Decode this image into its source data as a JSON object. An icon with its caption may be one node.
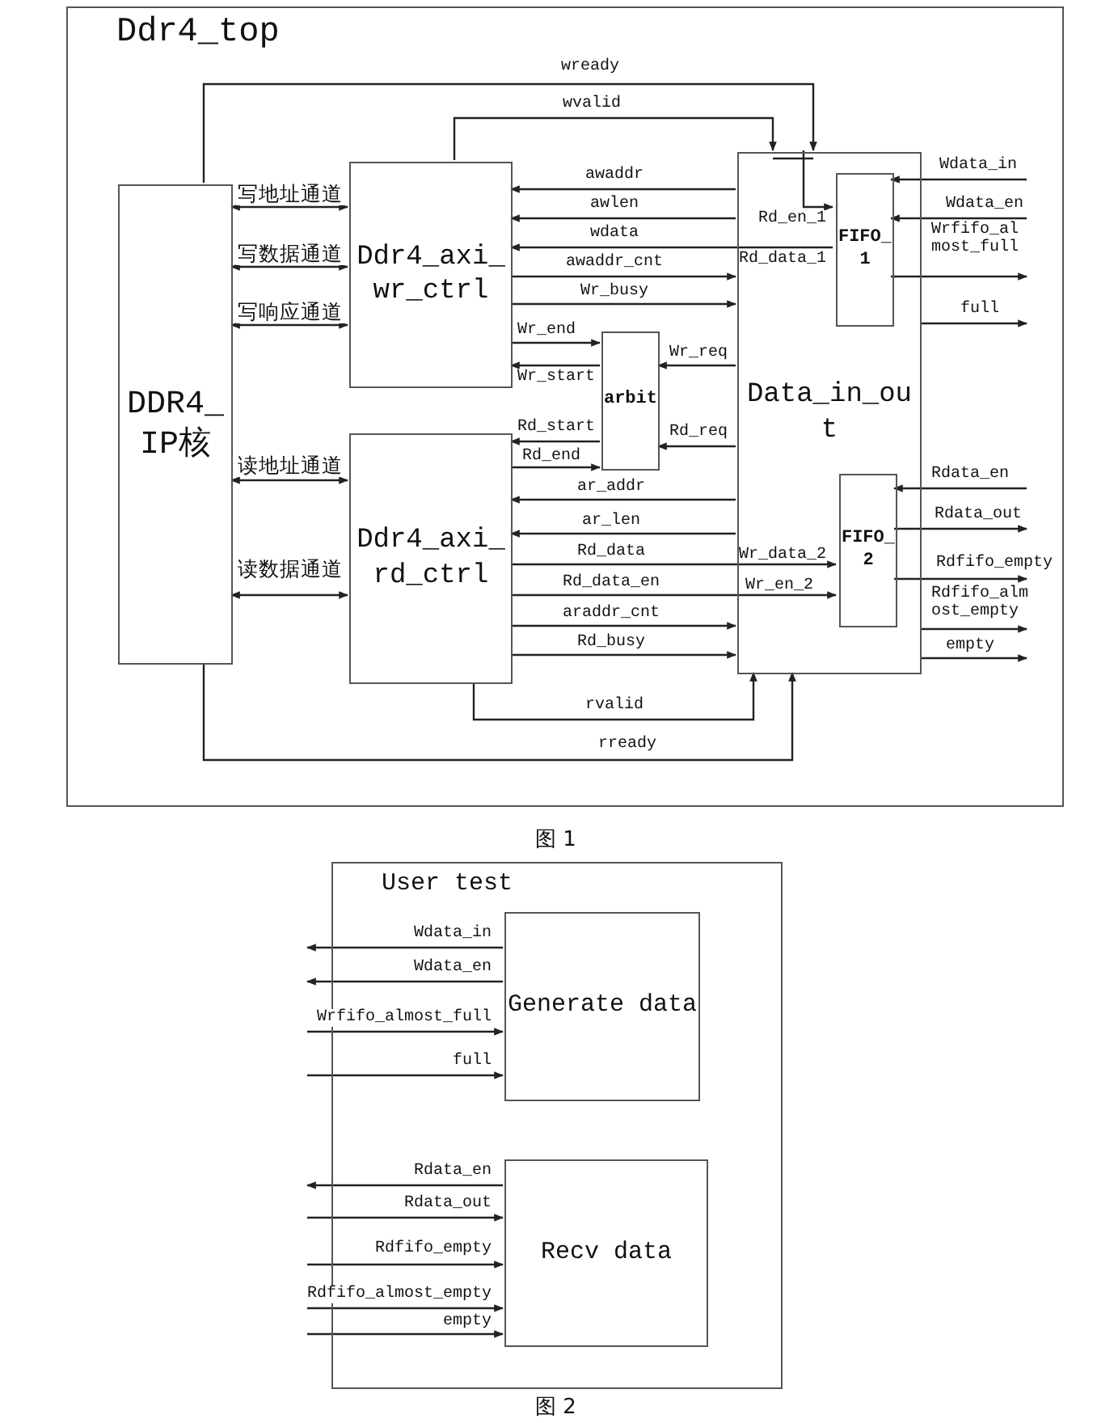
{
  "diagram": {
    "nodes": [
      {
        "text": [
          "Ddr4_top"
        ]
      },
      {
        "text": [
          "DDR4_ IP核"
        ],
        "in": 0
      },
      {
        "text": [
          "Ddr4_axi_ wr_ctrl"
        ],
        "in": 0
      },
      {
        "text": [
          "Ddr4_axi_ rd_ctrl"
        ],
        "in": 0
      },
      {
        "text": [
          "arbit"
        ],
        "in": 0
      },
      {
        "text": [
          "Data_in_ou t"
        ],
        "in": 0
      },
      {
        "text": [
          "FIFO_ 1"
        ],
        "in": 5
      },
      {
        "text": [
          "FIFO_ 2"
        ],
        "in": 5
      },
      {
        "text": [
          "User test"
        ]
      },
      {
        "text": [
          "Generate data"
        ],
        "in": 8
      },
      {
        "text": [
          "Recv data"
        ],
        "in": 8
      }
    ],
    "edges": [
      {
        "from": 1,
        "to": 2,
        "arrow": "both",
        "label": "写地址通道"
      },
      {
        "from": 1,
        "to": 2,
        "arrow": "both",
        "label": "写数据通道"
      },
      {
        "from": 1,
        "to": 2,
        "arrow": "both",
        "label": "写响应通道"
      },
      {
        "from": 1,
        "to": 3,
        "arrow": "both",
        "label": "读地址通道"
      },
      {
        "from": 1,
        "to": 3,
        "arrow": "both",
        "label": "读数据通道"
      },
      {
        "from": 1,
        "to": 5,
        "arrow": "to",
        "label": "wready"
      },
      {
        "from": 2,
        "to": 5,
        "arrow": "to",
        "label": "wvalid"
      },
      {
        "from": 5,
        "to": 6,
        "arrow": "to",
        "label": "Rd_en_1"
      },
      {
        "from": 5,
        "to": 2,
        "arrow": "to",
        "label": "awaddr"
      },
      {
        "from": 5,
        "to": 2,
        "arrow": "to",
        "label": "awlen"
      },
      {
        "from": 6,
        "to": 2,
        "arrow": "to",
        "label": "wdata"
      },
      {
        "from": 2,
        "to": 5,
        "arrow": "to",
        "label": "awaddr_cnt"
      },
      {
        "from": 2,
        "to": 5,
        "arrow": "to",
        "label": "Wr_busy"
      },
      {
        "from": 2,
        "to": 4,
        "arrow": "to",
        "label": "Wr_end"
      },
      {
        "from": 4,
        "to": 2,
        "arrow": "to",
        "label": "Wr_start"
      },
      {
        "from": 5,
        "to": 4,
        "arrow": "to",
        "label": "Wr_req"
      },
      {
        "from": 4,
        "to": 3,
        "arrow": "to",
        "label": "Rd_start"
      },
      {
        "from": 3,
        "to": 4,
        "arrow": "to",
        "label": "Rd_end"
      },
      {
        "from": 5,
        "to": 4,
        "arrow": "to",
        "label": "Rd_req"
      },
      {
        "from": 5,
        "to": 3,
        "arrow": "to",
        "label": "ar_addr"
      },
      {
        "from": 5,
        "to": 3,
        "arrow": "to",
        "label": "ar_len"
      },
      {
        "from": 3,
        "to": 7,
        "arrow": "to",
        "label": "Rd_data"
      },
      {
        "from": 3,
        "to": 7,
        "arrow": "to",
        "label": "Rd_data_en"
      },
      {
        "from": 3,
        "to": 5,
        "arrow": "to",
        "label": "araddr_cnt"
      },
      {
        "from": 3,
        "to": 5,
        "arrow": "to",
        "label": "Rd_busy"
      },
      {
        "from": 3,
        "to": 5,
        "arrow": "to",
        "label": "rvalid"
      },
      {
        "from": 1,
        "to": 5,
        "arrow": "to",
        "label": "rready"
      },
      {
        "from": null,
        "to": 6,
        "arrow": "to",
        "label": "Wdata_in"
      },
      {
        "from": null,
        "to": 6,
        "arrow": "to",
        "label": "Wdata_en"
      },
      {
        "from": 6,
        "to": null,
        "arrow": "to",
        "label": "Wrfifo_al most_full"
      },
      {
        "from": 5,
        "to": null,
        "arrow": "to",
        "label": "full"
      },
      {
        "from": null,
        "to": 7,
        "arrow": "to",
        "label": "Rdata_en"
      },
      {
        "from": 7,
        "to": null,
        "arrow": "to",
        "label": "Rdata_out"
      },
      {
        "from": 7,
        "to": null,
        "arrow": "to",
        "label": "Rdfifo_empty"
      },
      {
        "from": 5,
        "to": null,
        "arrow": "to",
        "label": "Rdfifo_alm ost_empty"
      },
      {
        "from": 5,
        "to": null,
        "arrow": "to",
        "label": "empty"
      },
      {
        "from": 9,
        "to": null,
        "arrow": "to",
        "label": "Wdata_in"
      },
      {
        "from": 9,
        "to": null,
        "arrow": "to",
        "label": "Wdata_en"
      },
      {
        "from": null,
        "to": 9,
        "arrow": "to",
        "label": "Wrfifo_almost_full"
      },
      {
        "from": null,
        "to": 9,
        "arrow": "to",
        "label": "full"
      },
      {
        "from": 10,
        "to": null,
        "arrow": "to",
        "label": "Rdata_en"
      },
      {
        "from": null,
        "to": 10,
        "arrow": "to",
        "label": "Rdata_out"
      },
      {
        "from": null,
        "to": 10,
        "arrow": "to",
        "label": "Rdfifo_empty"
      },
      {
        "from": null,
        "to": 10,
        "arrow": "to",
        "label": "Rdfifo_almost_empty"
      },
      {
        "from": null,
        "to": 10,
        "arrow": "to",
        "label": "empty"
      }
    ],
    "labels": [
      "Rd_data_1",
      "Wr_data_2",
      "Wr_en_2",
      "图 1",
      "图 2"
    ]
  }
}
